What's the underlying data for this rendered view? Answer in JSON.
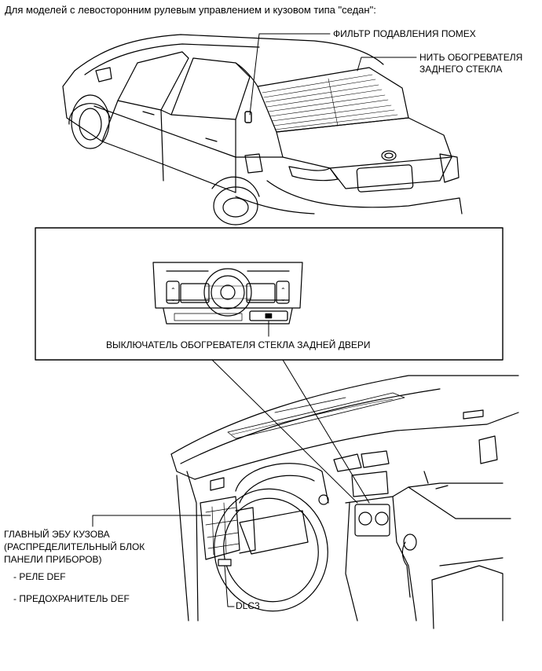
{
  "title": "Для моделей с левосторонним рулевым управлением и кузовом типа \"седан\":",
  "labels": {
    "noise_filter": "ФИЛЬТР ПОДАВЛЕНИЯ ПОМЕХ",
    "rear_heater_line1": "НИТЬ ОБОГРЕВАТЕЛЯ",
    "rear_heater_line2": "ЗАДНЕГО СТЕКЛА",
    "defogger_switch": "ВЫКЛЮЧАТЕЛЬ ОБОГРЕВАТЕЛЯ СТЕКЛА ЗАДНЕЙ ДВЕРИ",
    "main_ecu_line1": "ГЛАВНЫЙ ЭБУ КУЗОВА",
    "main_ecu_line2": "(РАСПРЕДЕЛИТЕЛЬНЫЙ БЛОК",
    "main_ecu_line3": "ПАНЕЛИ ПРИБОРОВ)",
    "def_relay": "- РЕЛЕ DEF",
    "def_fuse": "- ПРЕДОХРАНИТЕЛЬ DEF",
    "dlc3": "DLC3"
  }
}
